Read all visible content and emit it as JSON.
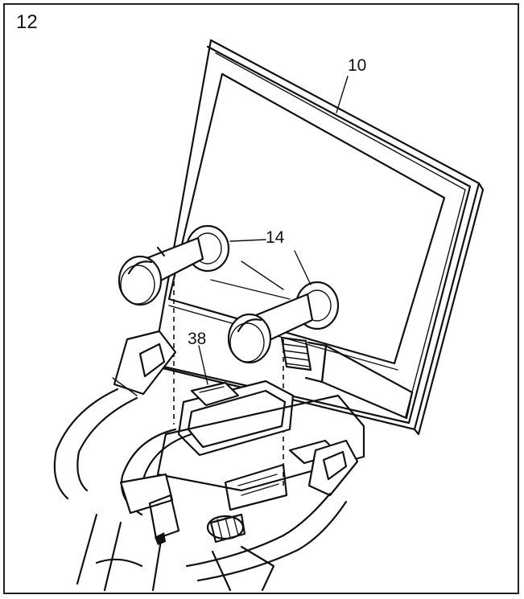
{
  "step_number": "12",
  "callouts": {
    "console": "10",
    "knobs": "14",
    "bracket": "38"
  },
  "colors": {
    "line": "#111111",
    "background": "#ffffff"
  }
}
